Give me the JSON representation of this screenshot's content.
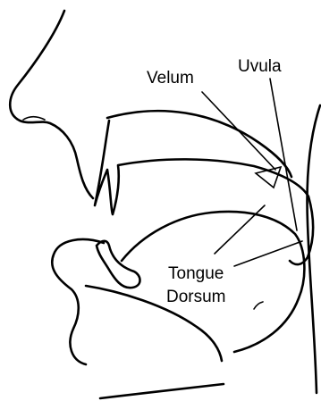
{
  "labels": {
    "velum": "Velum",
    "uvula": "Uvula",
    "tongue_line1": "Tongue",
    "tongue_line2": "Dorsum"
  },
  "colors": {
    "ink": "#000000",
    "background": "#ffffff"
  }
}
